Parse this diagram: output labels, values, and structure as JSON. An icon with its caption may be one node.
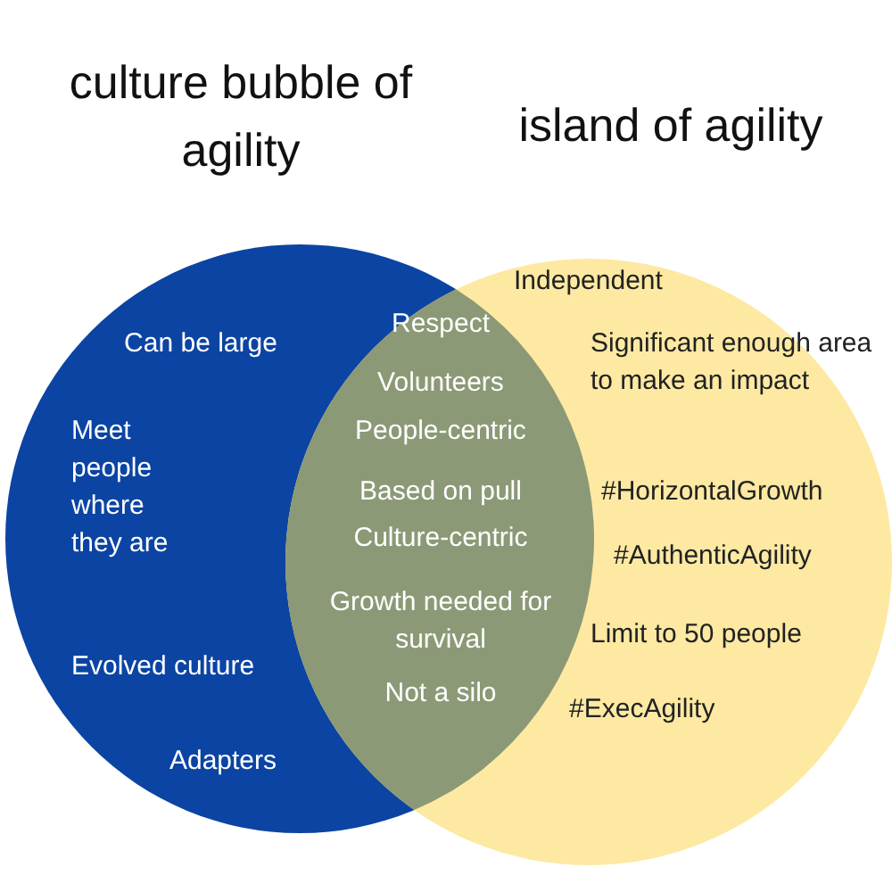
{
  "diagram": {
    "nodes": [
      {
        "text": [
          "culture bubble of agility",
          "Can be large",
          "Meet people where they are",
          "Evolved culture",
          "Adapters"
        ]
      },
      {
        "text": [
          "island of agility",
          "Independent",
          "Significant enough area to make an impact",
          "#HorizontalGrowth",
          "#AuthenticAgility",
          "Limit to 50 people",
          "#ExecAgility"
        ]
      },
      {
        "text": [
          "Respect",
          "Volunteers",
          "People-centric",
          "Based on pull",
          "Culture-centric",
          "Growth needed for survival",
          "Not a silo"
        ]
      }
    ]
  }
}
